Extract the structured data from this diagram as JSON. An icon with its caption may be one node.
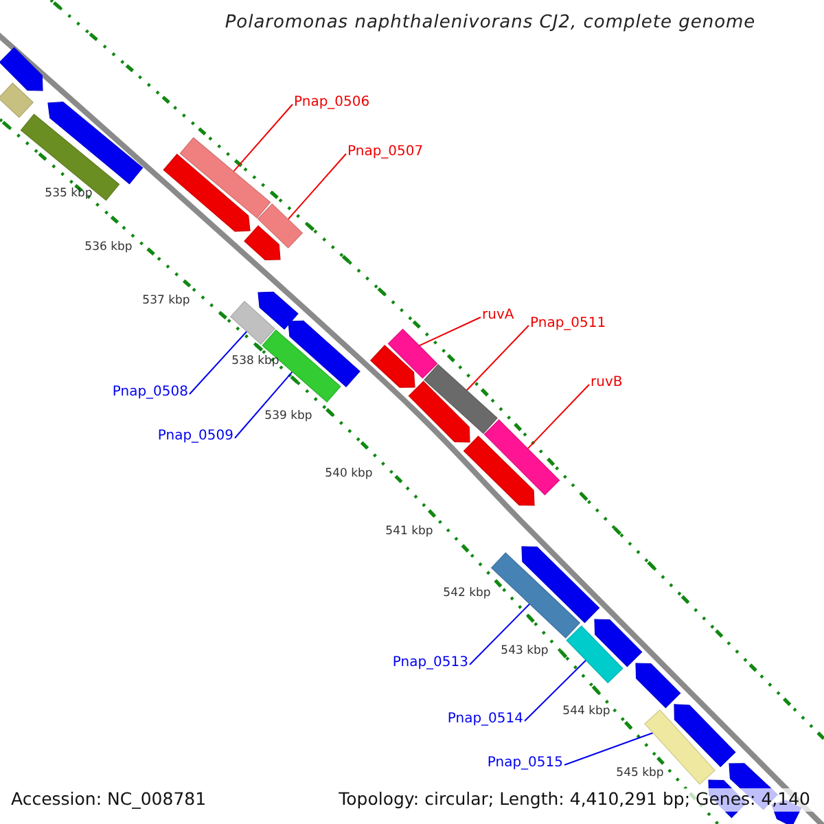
{
  "diagram": {
    "title": "Polaromonas naphthalenivorans CJ2, complete genome",
    "nodes": [
      {
        "text": [
          "Pnap_0506"
        ]
      },
      {
        "text": [],
        "shape": "bar"
      },
      {
        "text": [
          "Pnap_0507"
        ]
      },
      {
        "text": [],
        "shape": "bar"
      },
      {
        "text": [
          "ruvA"
        ]
      },
      {
        "text": [],
        "shape": "bar"
      },
      {
        "text": [
          "Pnap_0511"
        ]
      },
      {
        "text": [],
        "shape": "bar"
      },
      {
        "text": [
          "ruvB"
        ]
      },
      {
        "text": [],
        "shape": "bar"
      },
      {
        "text": [
          "Pnap_0508"
        ]
      },
      {
        "text": [],
        "shape": "bar"
      },
      {
        "text": [
          "Pnap_0509"
        ]
      },
      {
        "text": [],
        "shape": "bar"
      },
      {
        "text": [
          "Pnap_0513"
        ]
      },
      {
        "text": [],
        "shape": "bar"
      },
      {
        "text": [
          "Pnap_0514"
        ]
      },
      {
        "text": [],
        "shape": "bar"
      },
      {
        "text": [
          "Pnap_0515"
        ]
      },
      {
        "text": [],
        "shape": "bar"
      },
      {
        "text": [],
        "shape": "bar"
      },
      {
        "text": [],
        "shape": "bar"
      },
      {
        "text": [],
        "shape": "bar"
      },
      {
        "text": [],
        "shape": "bar"
      },
      {
        "text": [],
        "shape": "bar"
      },
      {
        "text": [],
        "shape": "bar"
      },
      {
        "text": [],
        "shape": "bar"
      },
      {
        "text": [],
        "shape": "bar"
      },
      {
        "text": [],
        "shape": "bar"
      },
      {
        "text": [],
        "shape": "bar"
      },
      {
        "text": [],
        "shape": "bar"
      },
      {
        "text": [],
        "shape": "bar"
      },
      {
        "text": [],
        "shape": "bar"
      },
      {
        "text": [],
        "shape": "bar"
      },
      {
        "text": [],
        "shape": "bar"
      },
      {
        "text": [],
        "shape": "bar"
      },
      {
        "text": [],
        "shape": "bar"
      },
      {
        "text": [],
        "shape": "bar"
      }
    ],
    "edges": [
      {
        "from": 0,
        "to": 1,
        "arrow": "none"
      },
      {
        "from": 2,
        "to": 3,
        "arrow": "none"
      },
      {
        "from": 4,
        "to": 5,
        "arrow": "none"
      },
      {
        "from": 6,
        "to": 7,
        "arrow": "none"
      },
      {
        "from": 8,
        "to": 9,
        "arrow": "none"
      },
      {
        "from": 10,
        "to": 11,
        "arrow": "none",
        "color": "#0000ee"
      },
      {
        "from": 12,
        "to": 13,
        "arrow": "none",
        "color": "#0000ee"
      },
      {
        "from": 14,
        "to": 15,
        "arrow": "none",
        "color": "#0000ee"
      },
      {
        "from": 16,
        "to": 17,
        "arrow": "none",
        "color": "#0000ee"
      },
      {
        "from": 18,
        "to": 19,
        "arrow": "none",
        "color": "#0000ee"
      }
    ],
    "labels": [
      "535 kbp",
      "536 kbp",
      "537 kbp",
      "538 kbp",
      "539 kbp",
      "540 kbp",
      "541 kbp",
      "542 kbp",
      "543 kbp",
      "544 kbp",
      "545 kbp",
      "Accession: NC_008781",
      "Topology: circular; Length: 4,410,291 bp; Genes: 4,140"
    ]
  }
}
